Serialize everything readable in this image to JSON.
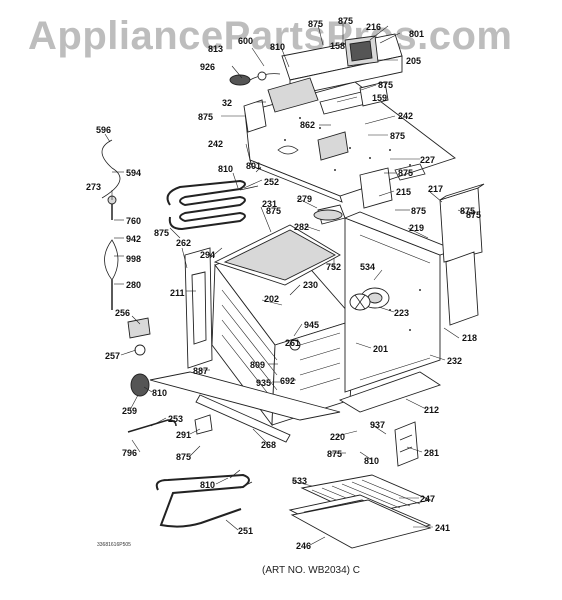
{
  "watermark": "AppliancePartsPros.com",
  "art_number": "(ART NO. WB2034) C",
  "diagram_code": "33681616P505",
  "labels": {
    "l158": "158",
    "l159": "159",
    "l201": "201",
    "l202": "202",
    "l205": "205",
    "l211": "211",
    "l212": "212",
    "l215": "215",
    "l216": "216",
    "l217": "217",
    "l218": "218",
    "l219": "219",
    "l220": "220",
    "l223": "223",
    "l227": "227",
    "l230": "230",
    "l231": "231",
    "l232": "232",
    "l241": "241",
    "l242a": "242",
    "l242b": "242",
    "l246": "246",
    "l247": "247",
    "l251": "251",
    "l252": "252",
    "l253": "253",
    "l256": "256",
    "l257": "257",
    "l259": "259",
    "l261": "261",
    "l262": "262",
    "l268": "268",
    "l273": "273",
    "l279": "279",
    "l280": "280",
    "l281": "281",
    "l282": "282",
    "l291": "291",
    "l294": "294",
    "l32": "32",
    "l533": "533",
    "l534": "534",
    "l594": "594",
    "l596": "596",
    "l600": "600",
    "l692": "692",
    "l752": "752",
    "l760": "760",
    "l796": "796",
    "l801a": "801",
    "l801b": "801",
    "l809": "809",
    "l810a": "810",
    "l810b": "810",
    "l810c": "810",
    "l810d": "810",
    "l810e": "810",
    "l813": "813",
    "l862": "862",
    "l875a": "875",
    "l875b": "875",
    "l875c": "875",
    "l875d": "875",
    "l875e": "875",
    "l875f": "875",
    "l875g": "875",
    "l875h": "875",
    "l875i": "875",
    "l875j": "875",
    "l875k": "875",
    "l875l": "875",
    "l875m": "875",
    "l887": "887",
    "l926": "926",
    "l935": "935",
    "l937": "937",
    "l942": "942",
    "l945": "945",
    "l998": "998"
  }
}
